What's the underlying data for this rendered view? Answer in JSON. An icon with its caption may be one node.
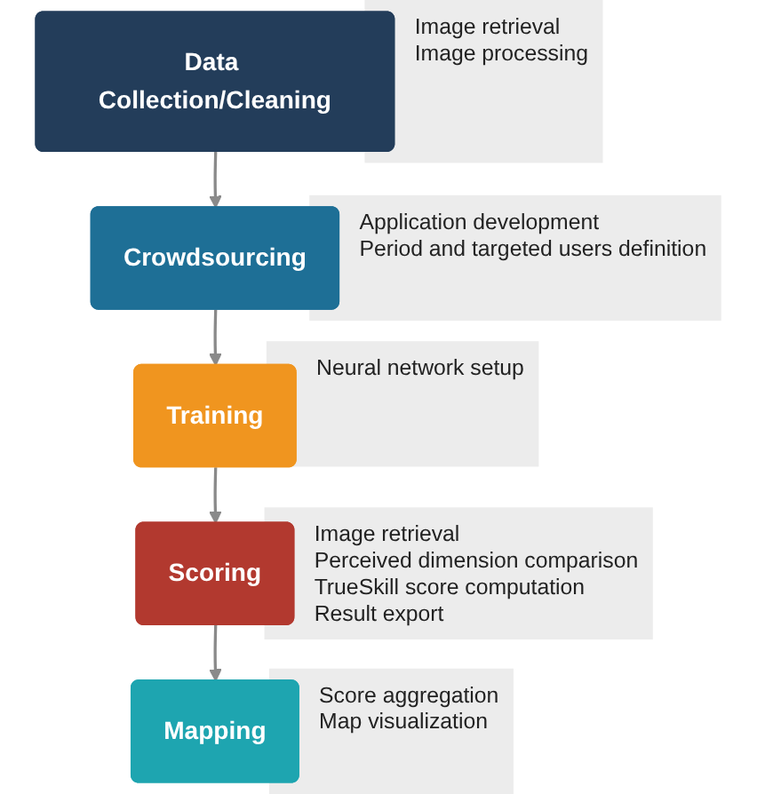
{
  "diagram": {
    "nodes": [
      {
        "text": [
          "Data Collection/Cleaning"
        ],
        "beside": [
          "Image retrieval",
          "Image processing"
        ]
      },
      {
        "text": [
          "Crowdsourcing"
        ],
        "beside": [
          "Application development",
          "Period and targeted users definition"
        ]
      },
      {
        "text": [
          "Training"
        ],
        "beside": [
          "Neural network setup"
        ]
      },
      {
        "text": [
          "Scoring"
        ],
        "beside": [
          "Image retrieval",
          "Perceived dimension comparison",
          "TrueSkill score computation",
          "Result export"
        ]
      },
      {
        "text": [
          "Mapping"
        ],
        "beside": [
          "Score aggregation",
          "Map visualization"
        ]
      }
    ],
    "edges": [
      {
        "from": 0,
        "to": 1,
        "arrow": "to"
      },
      {
        "from": 1,
        "to": 2,
        "arrow": "to"
      },
      {
        "from": 2,
        "to": 3,
        "arrow": "to"
      },
      {
        "from": 3,
        "to": 4,
        "arrow": "to"
      }
    ]
  }
}
